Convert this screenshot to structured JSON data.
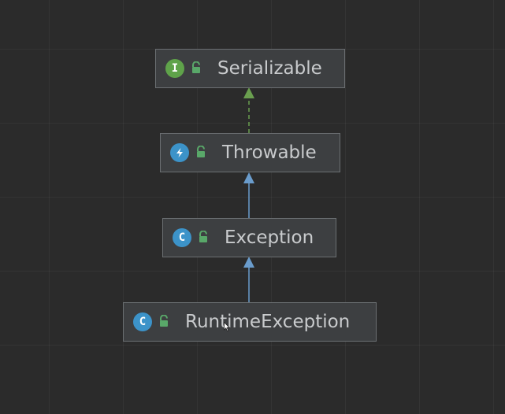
{
  "hierarchy": {
    "nodes": [
      {
        "label": "Serializable",
        "kind_letter": "I",
        "kind_icon": "interface-icon",
        "badge_color": "#5fa34a"
      },
      {
        "label": "Throwable",
        "kind_letter": "",
        "kind_icon": "exception-class-icon",
        "badge_color": "#3c93c9"
      },
      {
        "label": "Exception",
        "kind_letter": "C",
        "kind_icon": "class-icon",
        "badge_color": "#3c93c9"
      },
      {
        "label": "RuntimeException",
        "kind_letter": "C",
        "kind_icon": "class-icon",
        "badge_color": "#3c93c9"
      }
    ],
    "edges": [
      {
        "from": "Throwable",
        "to": "Serializable",
        "style": "dashed",
        "meaning": "implements",
        "color": "#6a9f4f"
      },
      {
        "from": "Exception",
        "to": "Throwable",
        "style": "solid",
        "meaning": "extends",
        "color": "#6a9ccc"
      },
      {
        "from": "RuntimeException",
        "to": "Exception",
        "style": "solid",
        "meaning": "extends",
        "color": "#6a9ccc"
      }
    ]
  },
  "colors": {
    "background": "#2b2b2b",
    "node_fill": "#3d3f41",
    "node_border": "#6b6f72",
    "node_text": "#c9cbcd",
    "lock_green": "#59a869"
  }
}
